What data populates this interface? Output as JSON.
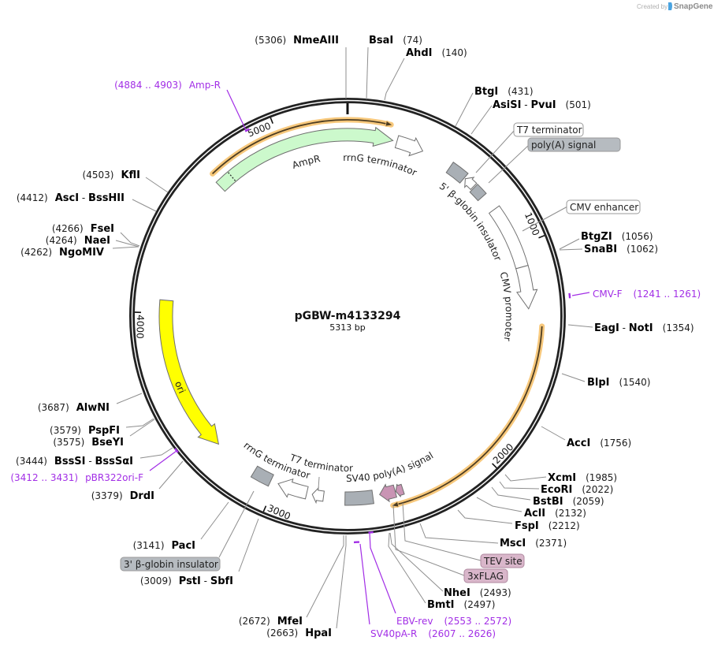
{
  "branding": {
    "created_by": "Created by",
    "brand": "SnapGene"
  },
  "map": {
    "name": "pGBW-m4133294",
    "size": "5313 bp"
  },
  "ticks": {
    "t1000": "1000",
    "t2000": "2000",
    "t3000": "3000",
    "t4000": "4000",
    "t5000": "5000"
  },
  "feature_labels": {
    "ampr": "AmpR",
    "rrng_terminator_top": "rrnG terminator",
    "beta_globin_5": "5' β-globin insulator",
    "cmv_promoter": "CMV promoter",
    "ori": "ori",
    "rrng_terminator_bottom": "rrnG terminator",
    "t7_terminator_bottom": "T7 terminator",
    "sv40_polya": "SV40 poly(A) signal"
  },
  "feature_callouts": {
    "t7_terminator": "T7 terminator",
    "polya_signal": "poly(A) signal",
    "cmv_enhancer": "CMV enhancer",
    "tev_site": "TEV site",
    "flag3x": "3xFLAG",
    "beta_globin_3": "3' β-globin insulator"
  },
  "enzyme_separator": " - ",
  "enzymes": [
    {
      "name": "NmeAIII",
      "position": "(5306)"
    },
    {
      "name": "BsaI",
      "position": "(74)"
    },
    {
      "name": "AhdI",
      "position": "(140)"
    },
    {
      "name": "BtgI",
      "position": "(431)"
    },
    {
      "name": "AsiSI",
      "alt_name": "PvuI",
      "position": "(501)"
    },
    {
      "name": "BtgZI",
      "position": "(1056)"
    },
    {
      "name": "SnaBI",
      "position": "(1062)"
    },
    {
      "name": "EagI",
      "alt_name": "NotI",
      "position": "(1354)"
    },
    {
      "name": "BlpI",
      "position": "(1540)"
    },
    {
      "name": "AccI",
      "position": "(1756)"
    },
    {
      "name": "XcmI",
      "position": "(1985)"
    },
    {
      "name": "EcoRI",
      "position": "(2022)"
    },
    {
      "name": "BstBI",
      "position": "(2059)"
    },
    {
      "name": "AclI",
      "position": "(2132)"
    },
    {
      "name": "FspI",
      "position": "(2212)"
    },
    {
      "name": "MscI",
      "position": "(2371)"
    },
    {
      "name": "NheI",
      "position": "(2493)"
    },
    {
      "name": "BmtI",
      "position": "(2497)"
    },
    {
      "name": "HpaI",
      "position": "(2663)"
    },
    {
      "name": "MfeI",
      "position": "(2672)"
    },
    {
      "name": "PstI",
      "alt_name": "SbfI",
      "position": "(3009)"
    },
    {
      "name": "PacI",
      "position": "(3141)"
    },
    {
      "name": "DrdI",
      "position": "(3379)"
    },
    {
      "name": "BssSI",
      "alt_name": "BssSαI",
      "position": "(3444)"
    },
    {
      "name": "BseYI",
      "position": "(3575)"
    },
    {
      "name": "PspFI",
      "position": "(3579)"
    },
    {
      "name": "AlwNI",
      "position": "(3687)"
    },
    {
      "name": "NgoMIV",
      "position": "(4262)"
    },
    {
      "name": "NaeI",
      "position": "(4264)"
    },
    {
      "name": "FseI",
      "position": "(4266)"
    },
    {
      "name": "AscI",
      "alt_name": "BssHII",
      "position": "(4412)"
    },
    {
      "name": "KflI",
      "position": "(4503)"
    }
  ],
  "primers": [
    {
      "name": "Amp-R",
      "range": "(4884 .. 4903)"
    },
    {
      "name": "CMV-F",
      "range": "(1241 .. 1261)"
    },
    {
      "name": "EBV-rev",
      "range": "(2553 .. 2572)"
    },
    {
      "name": "SV40pA-R",
      "range": "(2607 .. 2626)"
    },
    {
      "name": "pBR322ori-F",
      "range": "(3412 .. 3431)"
    }
  ],
  "colors": {
    "backbone": "#222222",
    "ampr_fill": "#ccf9cc",
    "ori_fill": "#ffff00",
    "orf_highlight": "#f7c87c",
    "orf_line": "#4d3d22",
    "gray_feature": "#a9afb5",
    "tag_pink": "#c994b4",
    "primer_purple": "#a22ee6",
    "brand_blue": "#4aa3e0"
  }
}
